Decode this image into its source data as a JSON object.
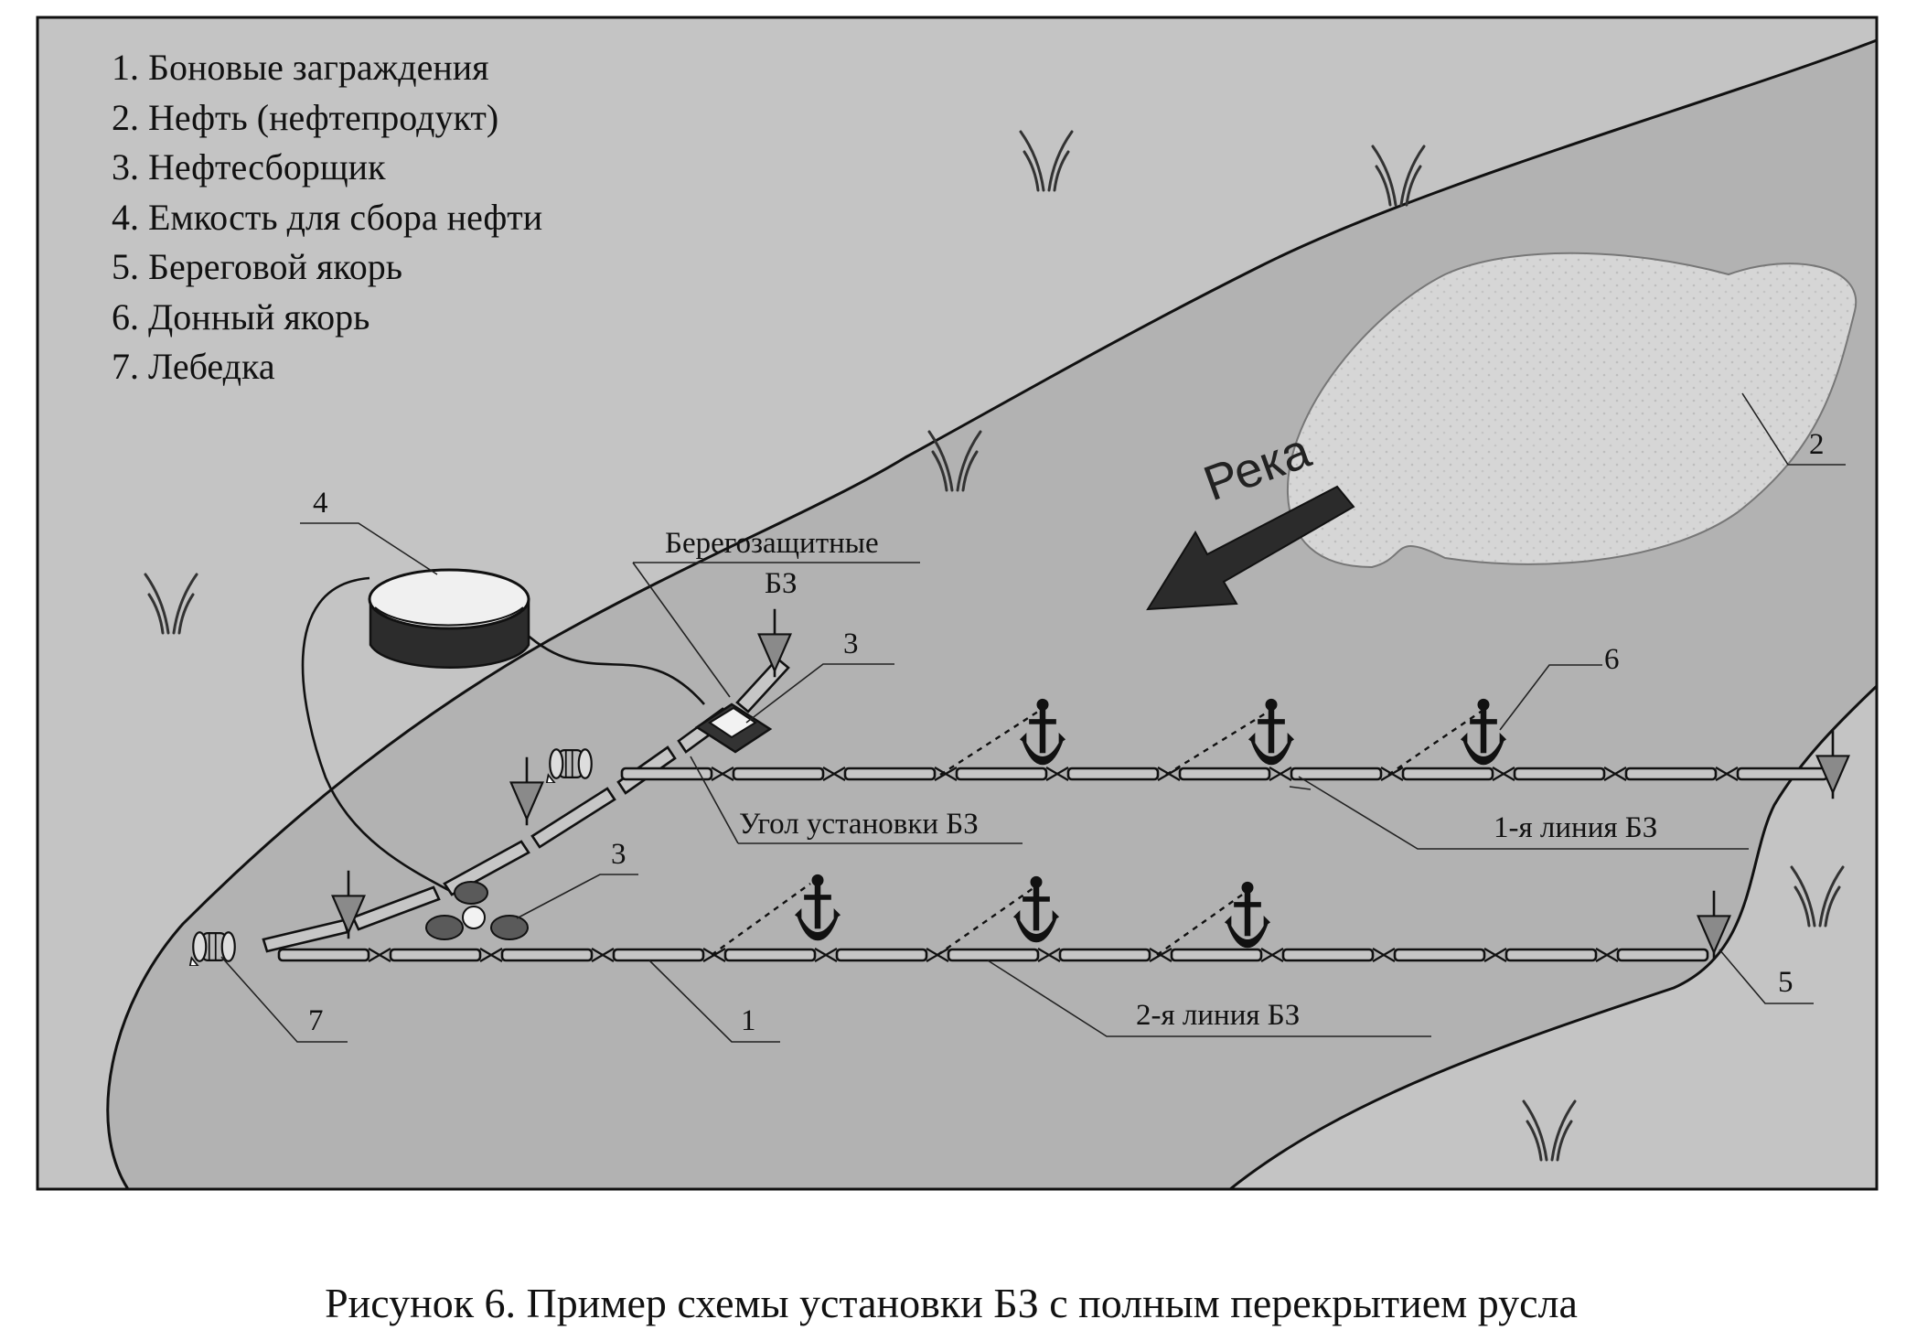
{
  "legend": {
    "items": [
      "1. Боновые заграждения",
      "2. Нефть (нефтепродукт)",
      "3. Нефтесборщик",
      "4. Емкость для сбора нефти",
      "5. Береговой якорь",
      "6. Донный якорь",
      "7. Лебедка"
    ]
  },
  "labels": {
    "river": "Река",
    "shore_booms_line1": "Берегозащитные",
    "shore_booms_line2": "БЗ",
    "angle": "Угол установки БЗ",
    "line1": "1-я линия БЗ",
    "line2": "2-я линия БЗ",
    "n1": "1",
    "n2": "2",
    "n3_top": "3",
    "n3_bottom": "3",
    "n4": "4",
    "n5": "5",
    "n6": "6",
    "n7": "7"
  },
  "caption": "Рисунок 6. Пример схемы установки БЗ с полным перекрытием русла",
  "colors": {
    "land": "#c4c4c4",
    "water": "#b2b2b2",
    "oil": "#d6d6d6",
    "arrow": "#2b2b2b",
    "outline": "#111111"
  },
  "icons": [
    "anchor-icon",
    "shore-anchor-icon",
    "winch-icon",
    "skimmer-icon",
    "tank-icon",
    "grass-icon",
    "river-flow-arrow"
  ]
}
